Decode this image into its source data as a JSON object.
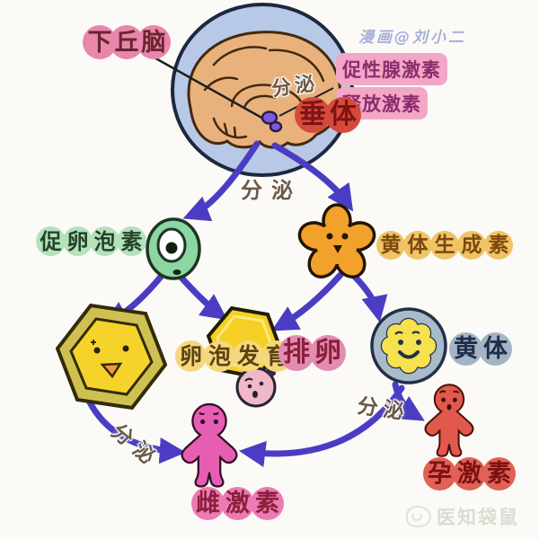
{
  "watermarks": {
    "artist": "漫画@刘小二",
    "publisher": "医知袋鼠"
  },
  "labels": {
    "hypothalamus": "下丘脑",
    "gnrh_line1": "促性腺激素",
    "gnrh_line2": "释放激素",
    "pituitary": "垂体",
    "fsh": "促卵泡素",
    "lh": "黄体生成素",
    "follicle_development": "卵泡发育",
    "ovulation": "排卵",
    "corpus_luteum": "黄体",
    "estrogen": "雌激素",
    "progesterone": "孕激素"
  },
  "secretion": {
    "at_hypothalamus": "分泌",
    "at_pituitary": "分泌",
    "from_follicle": "分泌",
    "from_corpus_luteum": "分泌"
  },
  "colors": {
    "arrow": "#4a3dc4",
    "brain_halo": "#b7c9e6",
    "brain": "#e9b27c",
    "pituitary_gland": "#7b5bd6",
    "hypothalamus_bubble": "#e886ab",
    "gnrh_highlight": "#f3a7c6",
    "pituitary_bubble": "#d64a3c",
    "fsh_bubble": "#b3e2bc",
    "fsh_character": "#8cd6a4",
    "lh_bubble": "#f0c464",
    "lh_character": "#f2a12b",
    "follicle_bubble": "#f5d87d",
    "follicle_outer": "#cfc052",
    "follicle_inner": "#f6d32b",
    "ovulation_bubble": "#e28cb1",
    "ovulation_hex": "#f6cf25",
    "egg_character": "#f1b7cb",
    "luteum_bubble": "#a2b4c5",
    "luteum_blob": "#f6e14e",
    "estrogen_bubble": "#ec7ab3",
    "estrogen_character": "#e65eb2",
    "progesterone_bubble": "#e06156",
    "progesterone_character": "#e0594c"
  }
}
